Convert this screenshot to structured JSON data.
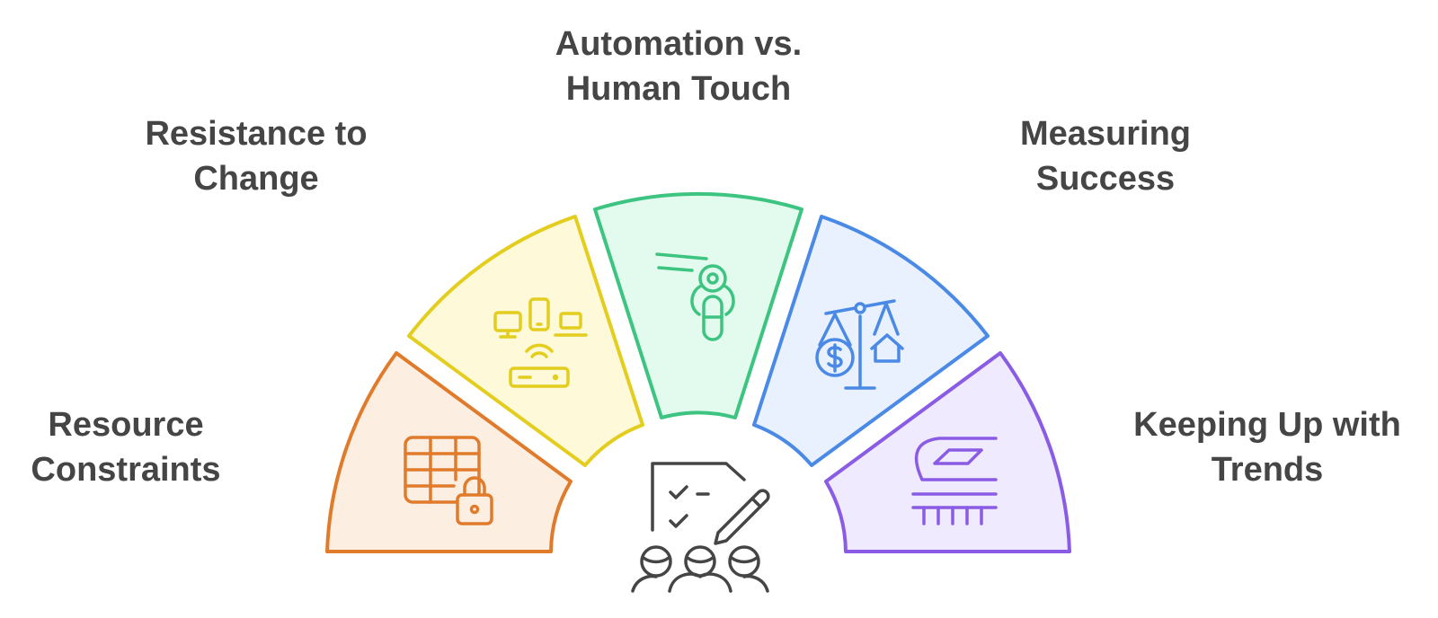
{
  "segments": [
    {
      "id": "resource",
      "lines": [
        "Resource",
        "Constraints"
      ],
      "icon": "table-lock-icon",
      "stroke": "#E07B2C",
      "fill": "#FDEEE2"
    },
    {
      "id": "resistance",
      "lines": [
        "Resistance to",
        "Change"
      ],
      "icon": "devices-router-icon",
      "stroke": "#E3CD1E",
      "fill": "#FEFAD9"
    },
    {
      "id": "automation",
      "lines": [
        "Automation vs.",
        "Human Touch"
      ],
      "icon": "robot-arm-icon",
      "stroke": "#3DC480",
      "fill": "#E2FBEE"
    },
    {
      "id": "measuring",
      "lines": [
        "Measuring",
        "Success"
      ],
      "icon": "balance-scale-icon",
      "stroke": "#4A8AE6",
      "fill": "#E8F1FD"
    },
    {
      "id": "trends",
      "lines": [
        "Keeping Up with",
        "Trends"
      ],
      "icon": "train-icon",
      "stroke": "#8A5CE6",
      "fill": "#EFEAFD"
    }
  ],
  "center": {
    "icon": "team-checklist-icon",
    "color": "#454545"
  }
}
